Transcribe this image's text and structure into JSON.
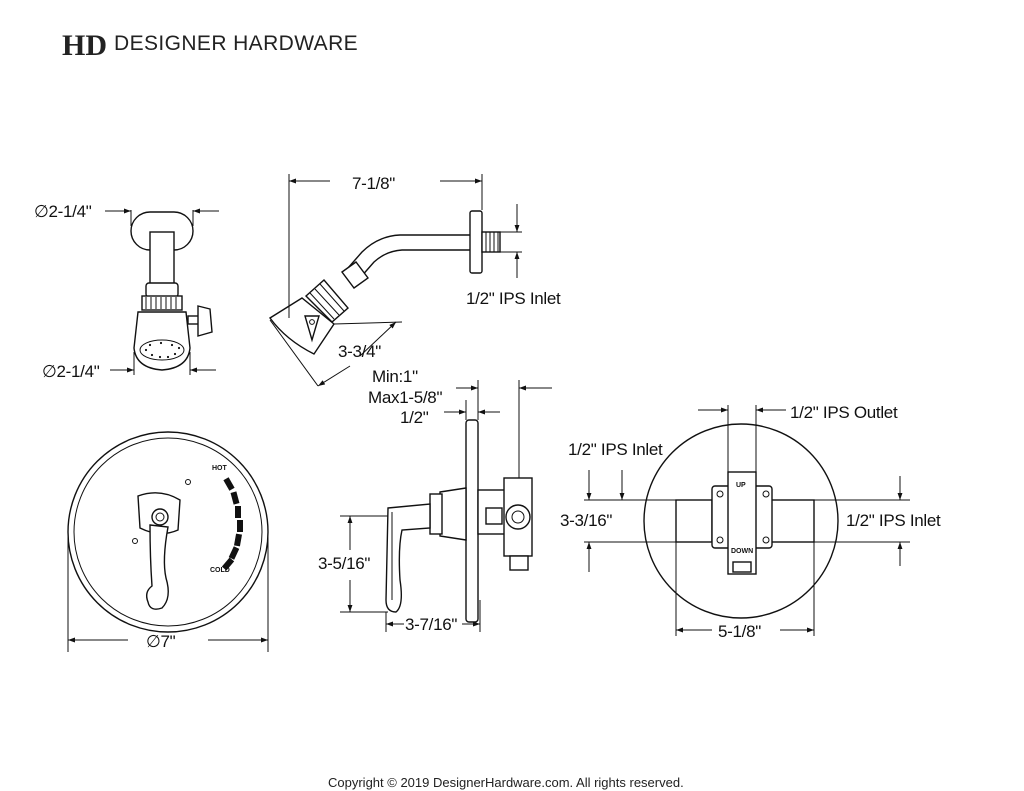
{
  "brand": {
    "logo_mark": "HD",
    "name": "DESIGNER HARDWARE"
  },
  "showerhead_front": {
    "top_diameter": "∅2-1/4\"",
    "bottom_diameter": "∅2-1/4\""
  },
  "shower_arm": {
    "length": "7-1/8\"",
    "inlet": "1/2\" IPS Inlet",
    "head_length": "3-3/4\""
  },
  "trim_plate": {
    "hot_label": "HOT",
    "cold_label": "COLD",
    "diameter": "∅7\""
  },
  "valve_side": {
    "min": "Min:1\"",
    "max": "Max1-5/8\"",
    "half": "1/2\"",
    "height": "3-5/16\"",
    "depth": "3-7/16\""
  },
  "valve_back": {
    "outlet": "1/2\" IPS Outlet",
    "inlet_top": "1/2\" IPS Inlet",
    "inlet_right": "1/2\" IPS Inlet",
    "height": "3-3/16\"",
    "width": "5-1/8\"",
    "up_label": "UP",
    "down_label": "DOWN"
  },
  "footer": {
    "copyright": "Copyright © 2019 DesignerHardware.com. All rights reserved."
  }
}
